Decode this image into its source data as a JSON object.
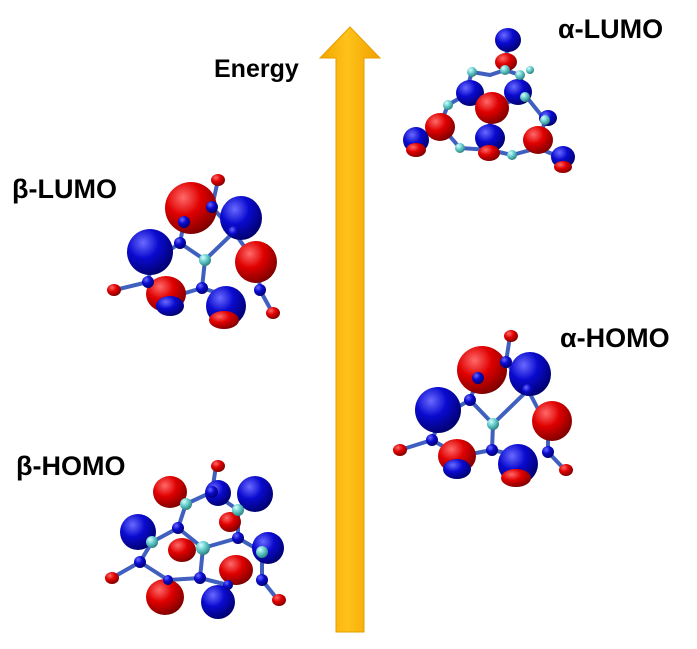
{
  "labels": {
    "energy": "Energy",
    "alpha_lumo": "α-LUMO",
    "beta_lumo": "β-LUMO",
    "alpha_homo": "α-HOMO",
    "beta_homo": "β-HOMO"
  },
  "colors": {
    "arrow": "#FFB90F",
    "arrow_edge": "#E69E00",
    "lobe_red": "#E00000",
    "lobe_blue": "#0A0AD0",
    "atom_blue": "#2020D0",
    "atom_cyan": "#5FC8C8",
    "atom_red": "#E01010",
    "bond": "#4060C0"
  },
  "icons": {
    "energy_arrow": "up-arrow-icon",
    "orbitals": "molecular-orbital-icon"
  }
}
